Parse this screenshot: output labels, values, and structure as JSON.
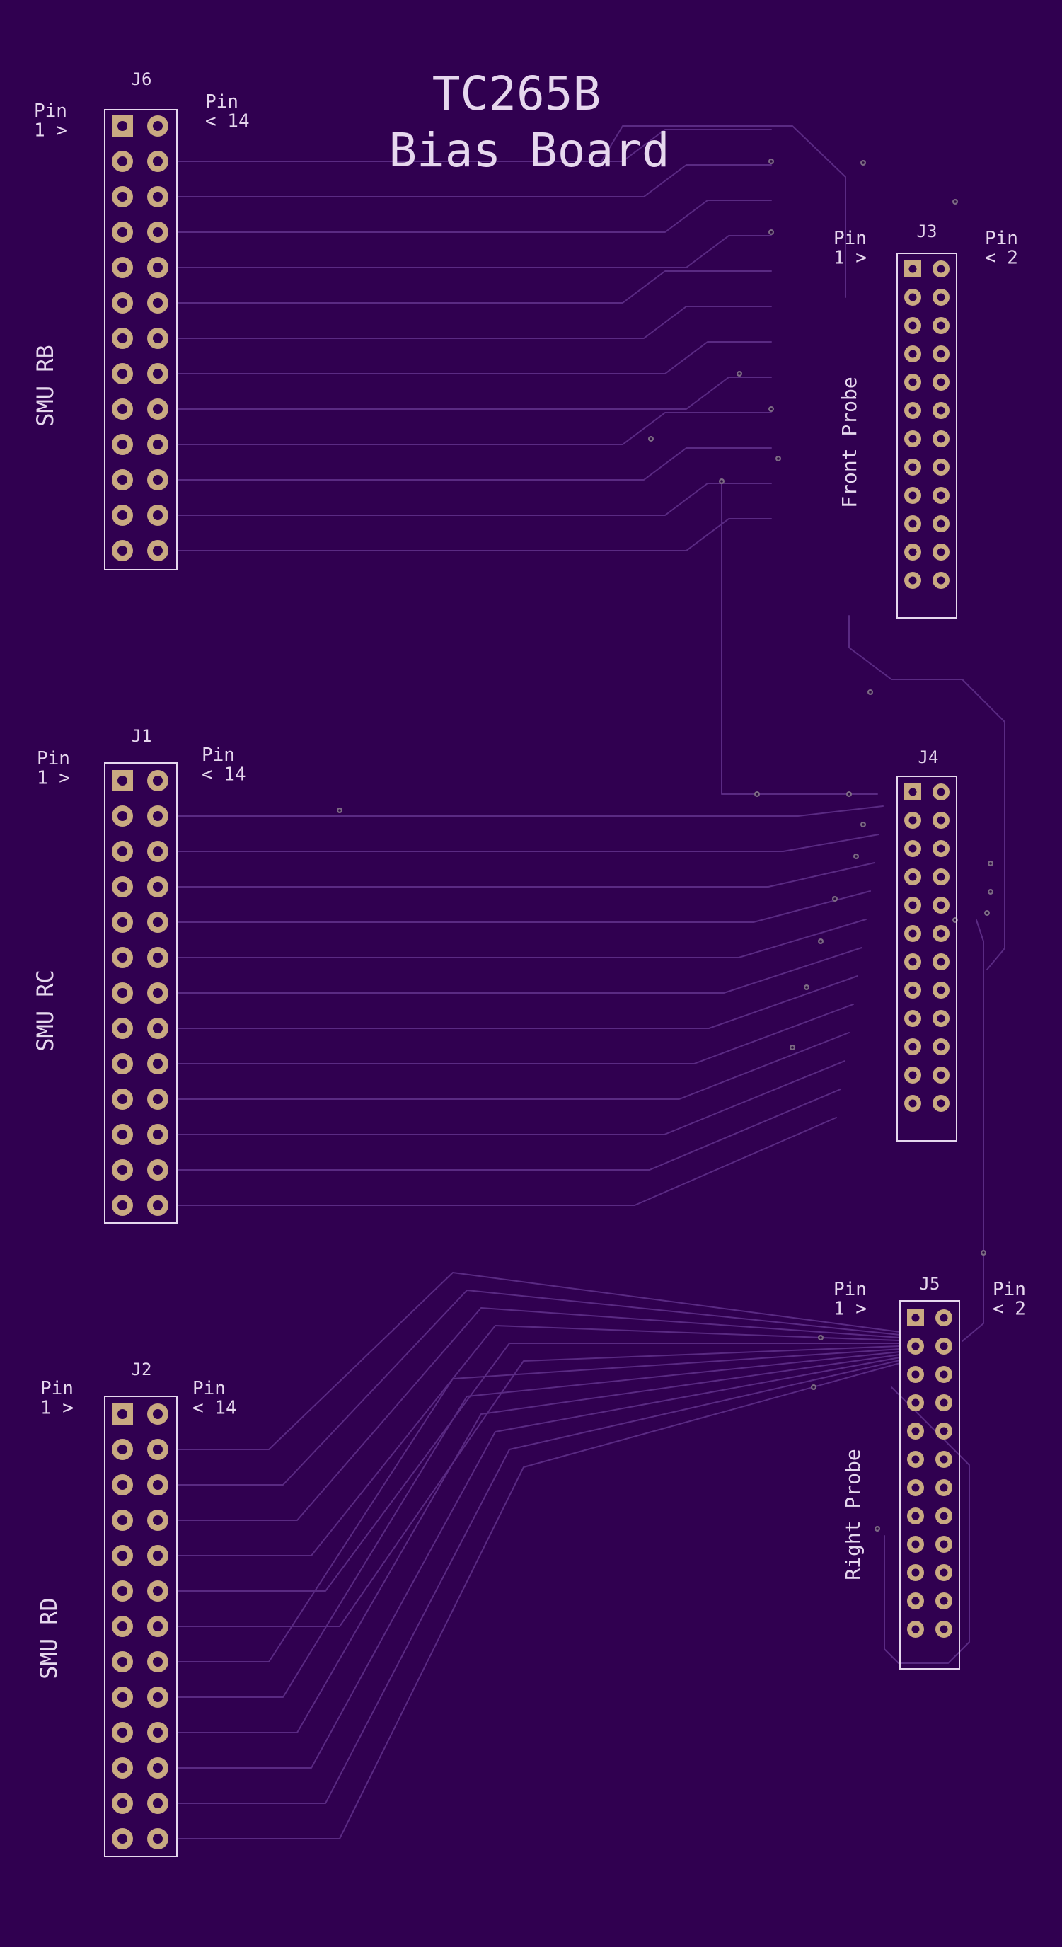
{
  "board": {
    "title_line1": "TC265B",
    "title_line2": "Bias Board",
    "colors": {
      "substrate": "#300050",
      "silkscreen": "#e6d7ee",
      "copper_pad": "#c9a981",
      "trace": "#5a2a83"
    }
  },
  "connectors": [
    {
      "id": "J6",
      "ref": "J6",
      "label": "SMU RB",
      "pin_first": "Pin\n1 >",
      "pin_last": "Pin\n< 14",
      "columns": 2,
      "rows": 13
    },
    {
      "id": "J1",
      "ref": "J1",
      "label": "SMU RC",
      "pin_first": "Pin\n1 >",
      "pin_last": "Pin\n< 14",
      "columns": 2,
      "rows": 13
    },
    {
      "id": "J2",
      "ref": "J2",
      "label": "SMU RD",
      "pin_first": "Pin\n1 >",
      "pin_last": "Pin\n< 14",
      "columns": 2,
      "rows": 13
    },
    {
      "id": "J3",
      "ref": "J3",
      "label": "Front Probe",
      "pin_first": "Pin\n1 >",
      "pin_last": "Pin\n< 2",
      "columns": 2,
      "rows": 12
    },
    {
      "id": "J4",
      "ref": "J4",
      "label": "",
      "pin_first": "",
      "pin_last": "",
      "columns": 2,
      "rows": 12
    },
    {
      "id": "J5",
      "ref": "J5",
      "label": "Right Probe",
      "pin_first": "Pin\n1 >",
      "pin_last": "Pin\n< 2",
      "columns": 2,
      "rows": 12
    }
  ]
}
